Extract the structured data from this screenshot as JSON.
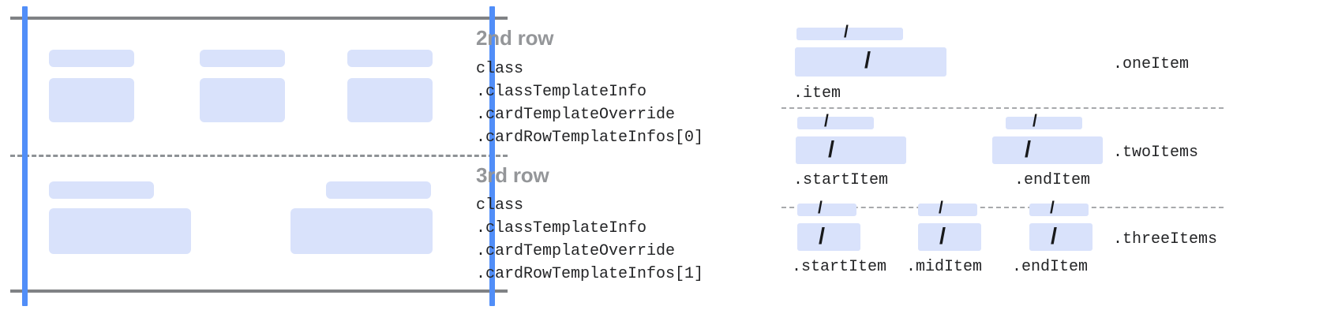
{
  "colors": {
    "placeholder_blue": "#d9e2fb",
    "guide_blue": "#518ef8",
    "rule_gray": "#808285",
    "dash_gray": "#a7a9ac",
    "title_gray": "#949699",
    "code_black": "#232426"
  },
  "left_diagram": {
    "name": "card-rows-preview",
    "rows": [
      {
        "id": "second-row-preview",
        "cells": [
          {
            "label_bar": true,
            "content_bar": true
          },
          {
            "label_bar": true,
            "content_bar": true
          },
          {
            "label_bar": true,
            "content_bar": true
          }
        ]
      },
      {
        "id": "third-row-preview",
        "cells": [
          {
            "label_bar": true,
            "content_bar": true
          },
          {
            "label_bar": true,
            "content_bar": true
          }
        ]
      }
    ]
  },
  "middle_column": {
    "blocks": [
      {
        "title": "2nd row",
        "code": "class\n.classTemplateInfo\n.cardTemplateOverride\n.cardRowTemplateInfos[0]"
      },
      {
        "title": "3rd row",
        "code": "class\n.classTemplateInfo\n.cardTemplateOverride\n.cardRowTemplateInfos[1]"
      }
    ]
  },
  "right_diagram": {
    "slash_glyph": "/",
    "variants": [
      {
        "name": ".oneItem",
        "items": [
          {
            "label": ".item"
          }
        ]
      },
      {
        "name": ".twoItems",
        "items": [
          {
            "label": ".startItem"
          },
          {
            "label": ".endItem"
          }
        ]
      },
      {
        "name": ".threeItems",
        "items": [
          {
            "label": ".startItem"
          },
          {
            "label": ".midItem"
          },
          {
            "label": ".endItem"
          }
        ]
      }
    ]
  }
}
